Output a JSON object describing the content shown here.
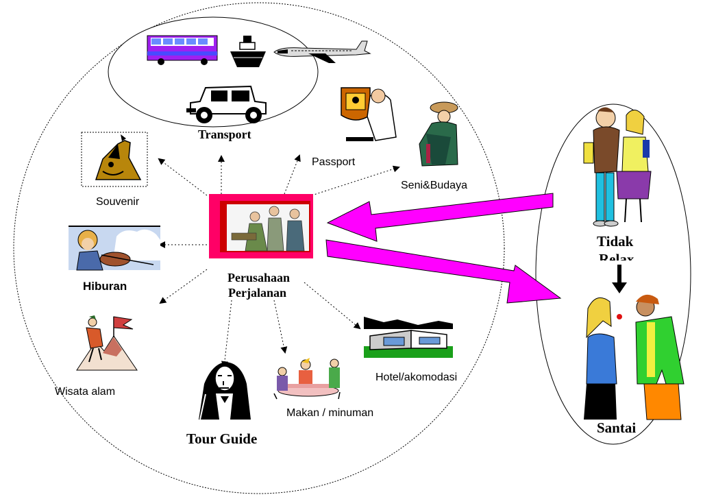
{
  "hub": {
    "line1": "Perusahaan",
    "line2": "Perjalanan"
  },
  "services": {
    "transport": "Transport",
    "passport": "Passport",
    "seni": "Seni&Budaya",
    "souvenir": "Souvenir",
    "hiburan": "Hiburan",
    "wisata": "Wisata alam",
    "tour_guide": "Tour Guide",
    "makan": "Makan / minuman",
    "hotel": "Hotel/akomodasi"
  },
  "states": {
    "tidak": "Tidak",
    "relax": "Relax",
    "santai": "Santai"
  },
  "colors": {
    "accent_arrow": "#ff00ff",
    "hub_frame": "#ff0066",
    "hub_inner": "#cc0000"
  }
}
